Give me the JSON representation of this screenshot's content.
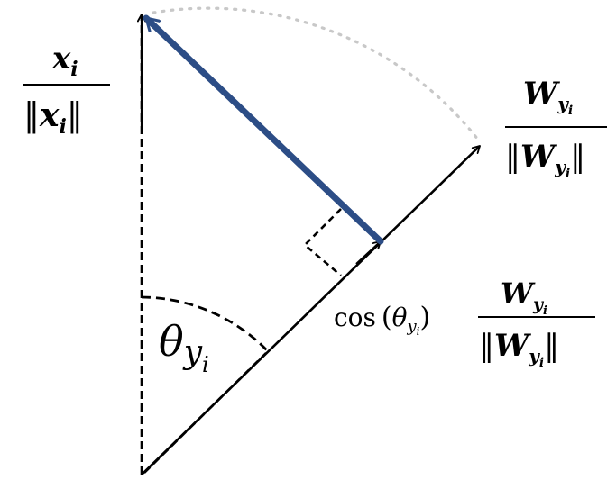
{
  "labels": {
    "x_vector": {
      "numerator": "x",
      "numerator_sub": "i",
      "denominator_open": "‖",
      "denominator_var": "x",
      "denominator_sub": "i",
      "denominator_close": "‖"
    },
    "w_vector": {
      "numerator": "W",
      "numerator_sub": "y",
      "numerator_subsub": "i",
      "denominator_open": "‖",
      "denominator_var": "W",
      "denominator_sub": "y",
      "denominator_subsub": "i",
      "denominator_close": "‖"
    },
    "angle": {
      "symbol": "θ",
      "sub": "y",
      "subsub": "i"
    },
    "projection": {
      "func": "cos",
      "open_paren": "(",
      "theta": "θ",
      "theta_sub": "y",
      "theta_subsub": "i",
      "close_paren": ")",
      "numerator": "W",
      "numerator_sub": "y",
      "numerator_subsub": "i",
      "denominator_open": "‖",
      "denominator_var": "W",
      "denominator_sub": "y",
      "denominator_subsub": "i",
      "denominator_close": "‖"
    }
  },
  "colors": {
    "projection_arrow": "#2c4d86",
    "axis": "#000000",
    "arc_guide": "#c8c8c8",
    "dashed": "#000000"
  }
}
